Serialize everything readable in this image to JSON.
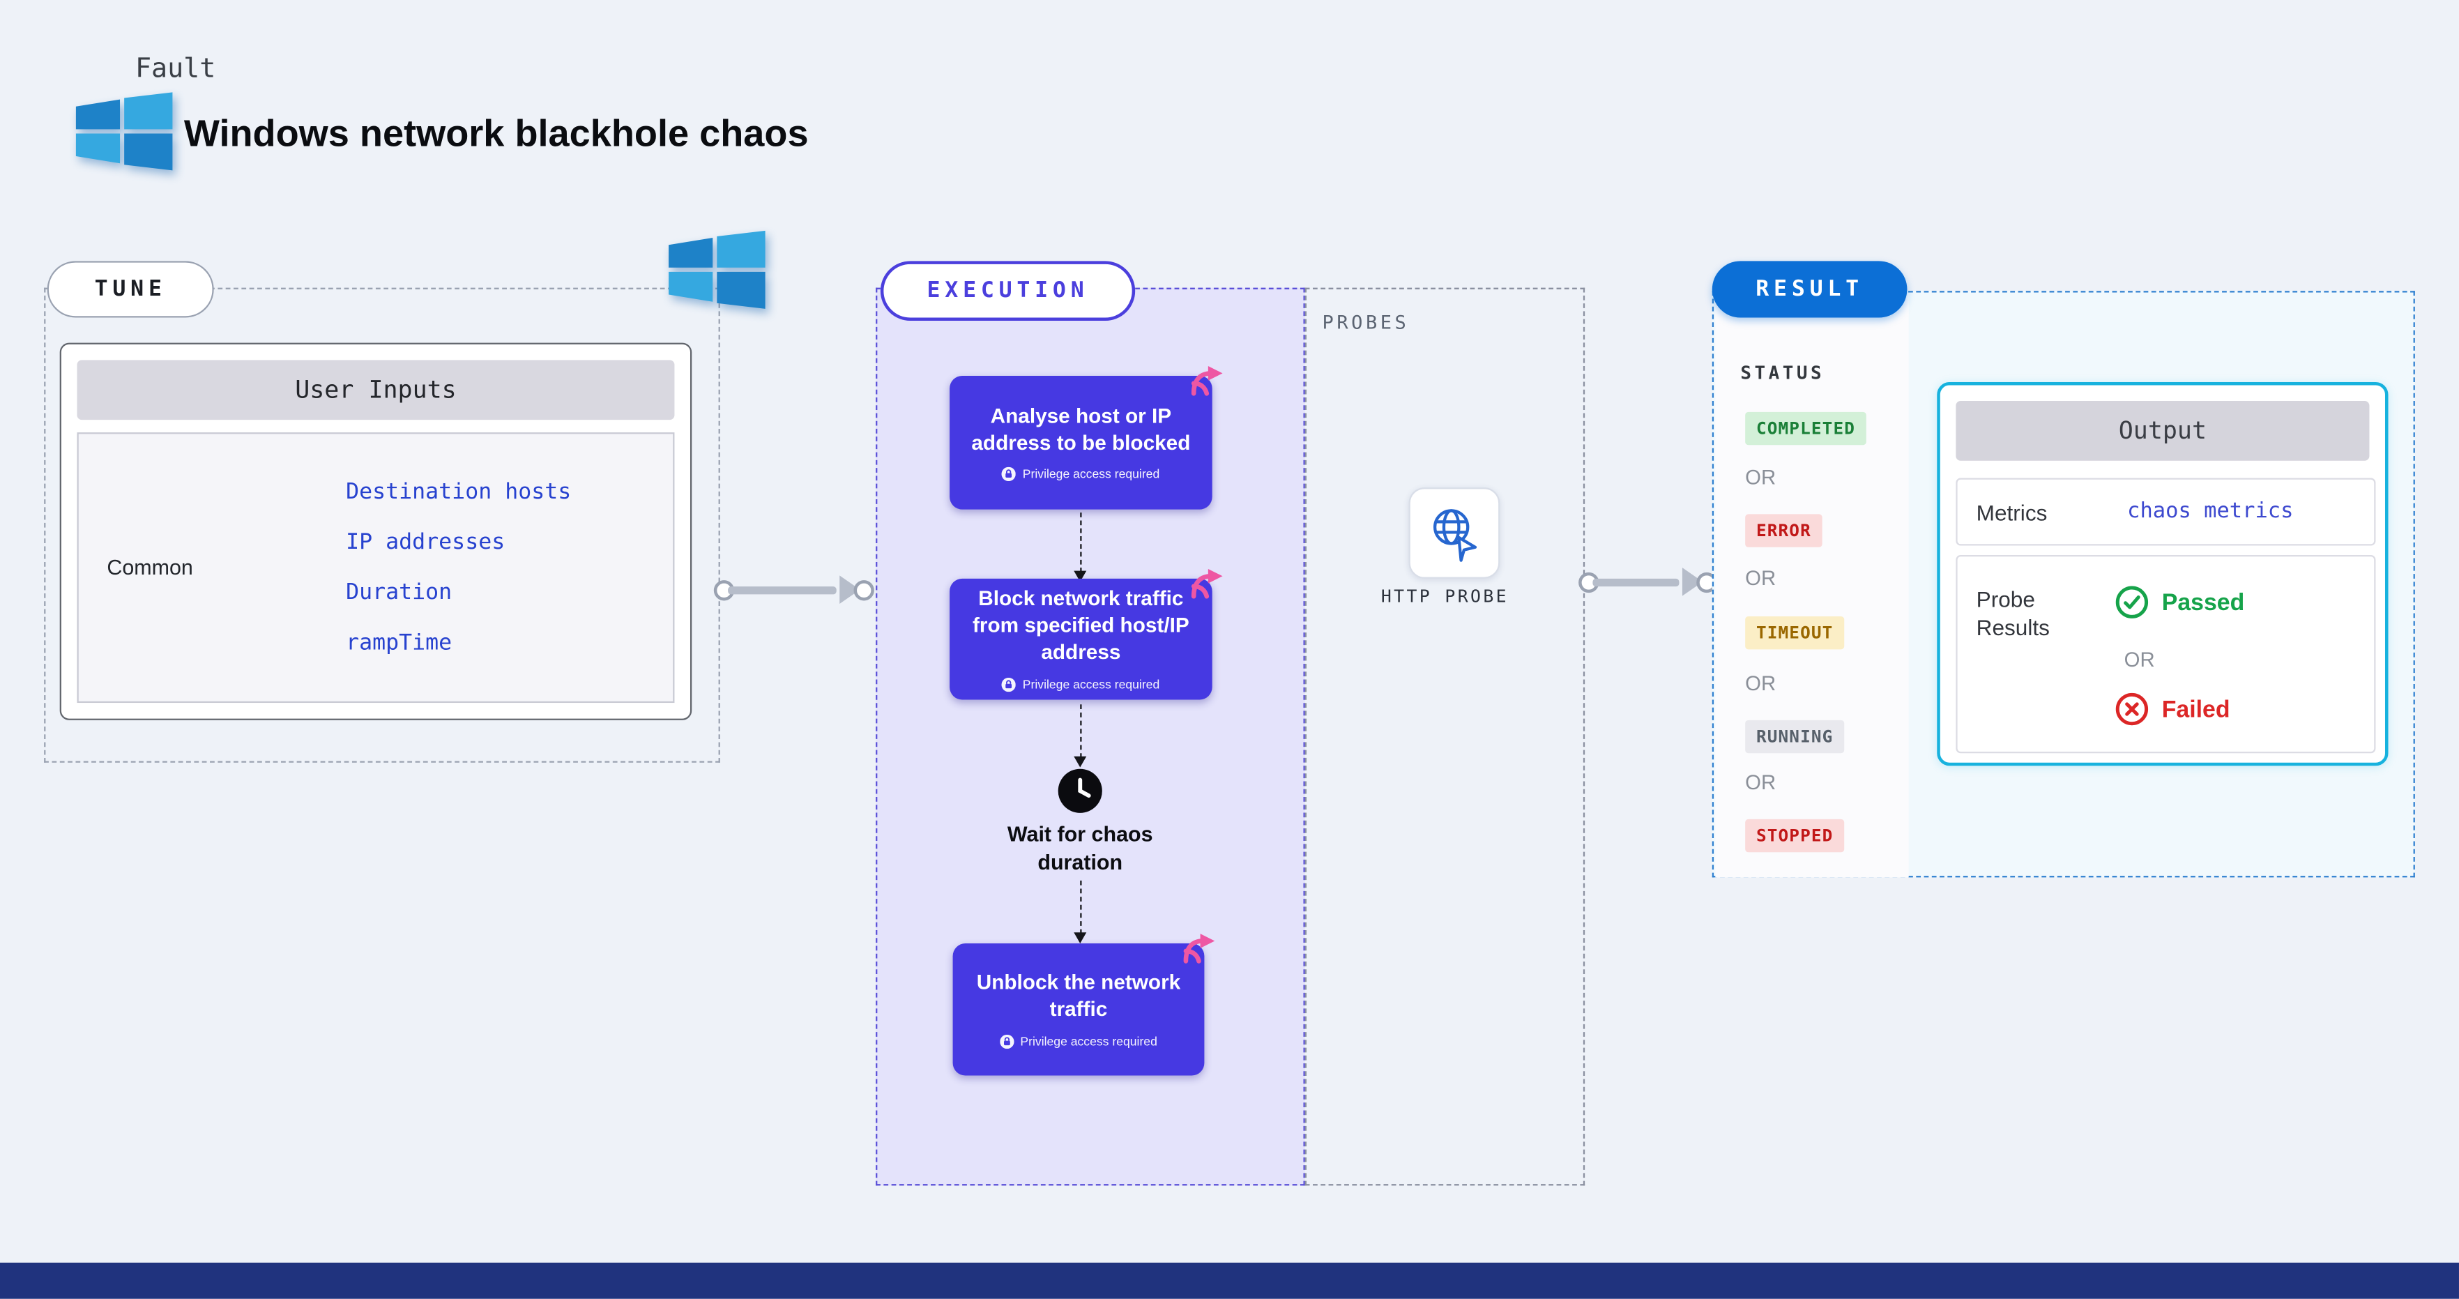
{
  "header": {
    "kicker": "Fault",
    "title": "Windows network blackhole chaos"
  },
  "tune": {
    "badge_label": "TUNE",
    "inputs_header": "User Inputs",
    "row_label": "Common",
    "links": [
      "Destination hosts",
      "IP addresses",
      "Duration",
      "rampTime"
    ]
  },
  "execution": {
    "badge_label": "EXECUTION",
    "steps": [
      {
        "label": "Analyse host or IP address to be blocked",
        "note": "Privilege access required"
      },
      {
        "label": "Block network traffic from specified host/IP address",
        "note": "Privilege access required"
      },
      {
        "label": "Unblock the network traffic",
        "note": "Privilege access required"
      }
    ],
    "wait_label": "Wait for chaos duration",
    "probes_label": "PROBES",
    "http_probe_label": "HTTP PROBE"
  },
  "result": {
    "badge_label": "RESULT",
    "status_label": "STATUS",
    "or_label": "OR",
    "statuses": [
      "COMPLETED",
      "ERROR",
      "TIMEOUT",
      "RUNNING",
      "STOPPED"
    ],
    "output": {
      "header": "Output",
      "metrics_label": "Metrics",
      "metrics_link": "chaos metrics",
      "probe_results_label": "Probe Results",
      "passed_label": "Passed",
      "failed_label": "Failed",
      "or_label": "OR"
    }
  },
  "colors": {
    "accent_purple": "#4639e2",
    "accent_blue": "#0c6fd6",
    "accent_cyan": "#17b2de",
    "link_blue": "#2742cf",
    "status_completed": "#1a7f37",
    "status_error": "#c11818",
    "status_timeout": "#9a6700",
    "status_running": "#57606a",
    "status_stopped": "#c11818",
    "pink_fork": "#ee57a3"
  }
}
